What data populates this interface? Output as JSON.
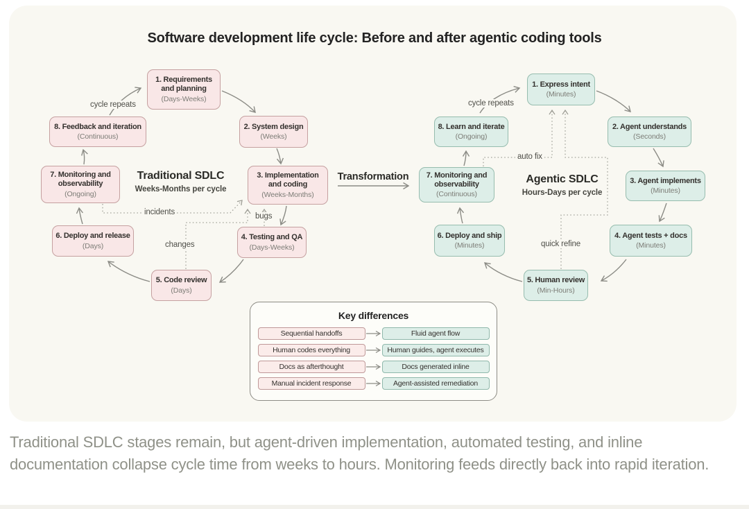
{
  "title": "Software development life cycle: Before and after agentic coding tools",
  "transformation": {
    "label": "Transformation"
  },
  "traditional": {
    "name": "Traditional SDLC",
    "pace": "Weeks-Months per cycle",
    "cycle_label": "cycle repeats",
    "feedback_labels": {
      "incidents": "incidents",
      "bugs": "bugs",
      "changes": "changes"
    },
    "nodes": [
      {
        "title": "1. Requirements and planning",
        "subtitle": "(Days-Weeks)"
      },
      {
        "title": "2. System design",
        "subtitle": "(Weeks)"
      },
      {
        "title": "3. Implementation and coding",
        "subtitle": "(Weeks-Months)"
      },
      {
        "title": "4. Testing and QA",
        "subtitle": "(Days-Weeks)"
      },
      {
        "title": "5. Code review",
        "subtitle": "(Days)"
      },
      {
        "title": "6. Deploy and release",
        "subtitle": "(Days)"
      },
      {
        "title": "7. Monitoring and observability",
        "subtitle": "(Ongoing)"
      },
      {
        "title": "8. Feedback and iteration",
        "subtitle": "(Continuous)"
      }
    ]
  },
  "agentic": {
    "name": "Agentic SDLC",
    "pace": "Hours-Days per cycle",
    "cycle_label": "cycle repeats",
    "feedback_labels": {
      "auto_fix": "auto fix",
      "quick_refine": "quick refine"
    },
    "nodes": [
      {
        "title": "1. Express intent",
        "subtitle": "(Minutes)"
      },
      {
        "title": "2. Agent understands",
        "subtitle": "(Seconds)"
      },
      {
        "title": "3. Agent implements",
        "subtitle": "(Minutes)"
      },
      {
        "title": "4. Agent tests + docs",
        "subtitle": "(Minutes)"
      },
      {
        "title": "5. Human review",
        "subtitle": "(Min-Hours)"
      },
      {
        "title": "6. Deploy and ship",
        "subtitle": "(Minutes)"
      },
      {
        "title": "7. Monitoring and observability",
        "subtitle": "(Continuous)"
      },
      {
        "title": "8. Learn and iterate",
        "subtitle": "(Ongoing)"
      }
    ]
  },
  "key_differences": {
    "title": "Key differences",
    "rows": [
      {
        "before": "Sequential handoffs",
        "after": "Fluid agent flow"
      },
      {
        "before": "Human codes everything",
        "after": "Human guides, agent executes"
      },
      {
        "before": "Docs as afterthought",
        "after": "Docs generated inline"
      },
      {
        "before": "Manual incident response",
        "after": "Agent-assisted remediation"
      }
    ]
  },
  "caption": "Traditional SDLC stages remain, but agent-driven implementation, automated testing, and inline documentation collapse cycle time from weeks to hours. Monitoring feeds directly back into rapid iteration.",
  "colors": {
    "traditional_fill": "#f9e7e7",
    "traditional_border": "#c5a0a0",
    "agentic_fill": "#ddeee8",
    "agentic_border": "#96bcae",
    "arrow_gray": "#8b8b85",
    "dotted_gray": "#a5a59d",
    "card_background": "#f9f8f2",
    "caption_text": "#8f9188"
  }
}
